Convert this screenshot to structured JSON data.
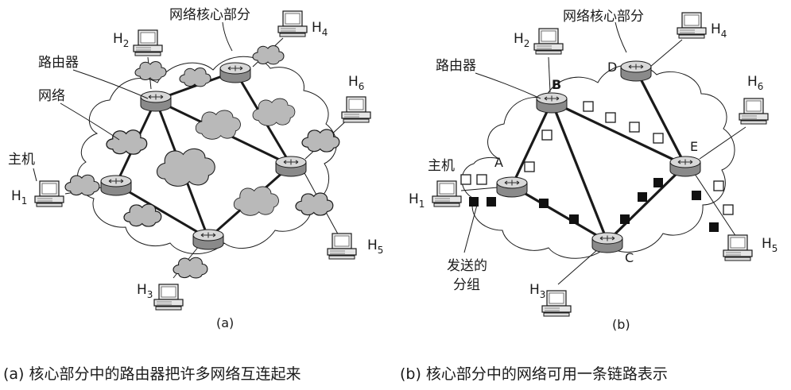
{
  "panel_a": {
    "core_label": "网络核心部分",
    "router_label": "路由器",
    "network_label": "网络",
    "host_label": "主机",
    "hosts": [
      {
        "id": "H1",
        "base": "H",
        "sub": "1"
      },
      {
        "id": "H2",
        "base": "H",
        "sub": "2"
      },
      {
        "id": "H3",
        "base": "H",
        "sub": "3"
      },
      {
        "id": "H4",
        "base": "H",
        "sub": "4"
      },
      {
        "id": "H5",
        "base": "H",
        "sub": "5"
      },
      {
        "id": "H6",
        "base": "H",
        "sub": "6"
      }
    ],
    "tag": "(a)",
    "caption": "(a)  核心部分中的路由器把许多网络互连起来"
  },
  "panel_b": {
    "core_label": "网络核心部分",
    "router_label": "路由器",
    "host_label": "主机",
    "routers": [
      {
        "id": "A",
        "label": "A"
      },
      {
        "id": "B",
        "label": "B"
      },
      {
        "id": "C",
        "label": "C"
      },
      {
        "id": "D",
        "label": "D"
      },
      {
        "id": "E",
        "label": "E"
      }
    ],
    "hosts": [
      {
        "id": "H1",
        "base": "H",
        "sub": "1"
      },
      {
        "id": "H2",
        "base": "H",
        "sub": "2"
      },
      {
        "id": "H3",
        "base": "H",
        "sub": "3"
      },
      {
        "id": "H4",
        "base": "H",
        "sub": "4"
      },
      {
        "id": "H5",
        "base": "H",
        "sub": "5"
      },
      {
        "id": "H6",
        "base": "H",
        "sub": "6"
      }
    ],
    "packets_label_line1": "发送的",
    "packets_label_line2": "分组",
    "tag": "(b)",
    "caption": "(b)  核心部分中的网络可用一条链路表示"
  },
  "colors": {
    "ink": "#1a1a1a",
    "cloud_fill": "#b9b9b9",
    "router_top": "#d8d8d8",
    "router_side": "#8a8a8a",
    "host_body": "#eeeeee",
    "packet_filled": "#111111",
    "packet_empty": "#ffffff"
  }
}
